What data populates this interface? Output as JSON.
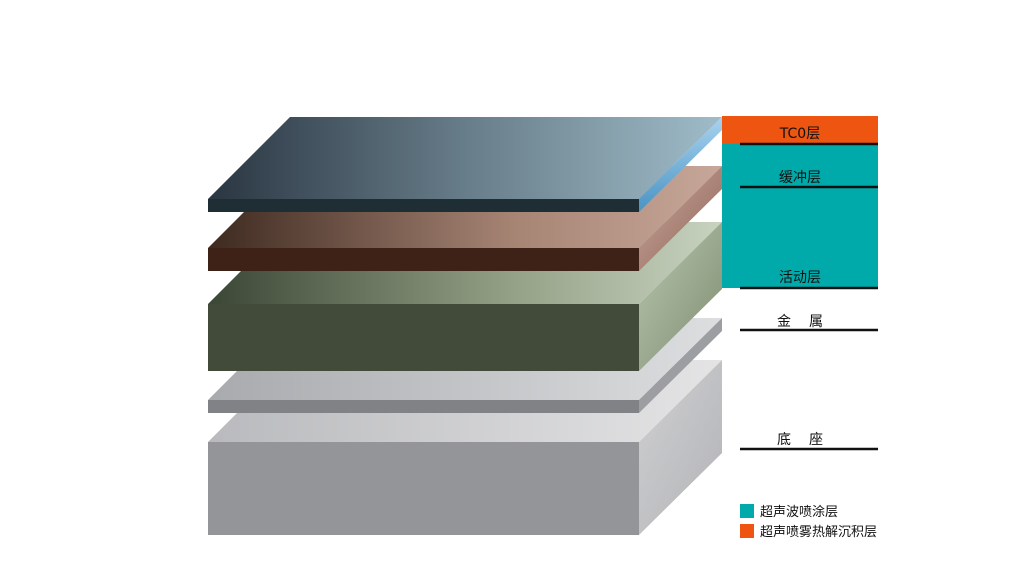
{
  "layers": {
    "tco": "TC0层",
    "buffer": "缓冲层",
    "active": "活动层",
    "metal": "金属",
    "substrate": "底座"
  },
  "legend": {
    "ultrasonic_coating": "超声波喷涂层",
    "spray_pyrolysis": "超声喷雾热解沉积层"
  },
  "colors": {
    "teal": "#00aaaa",
    "orange": "#ee5511"
  }
}
